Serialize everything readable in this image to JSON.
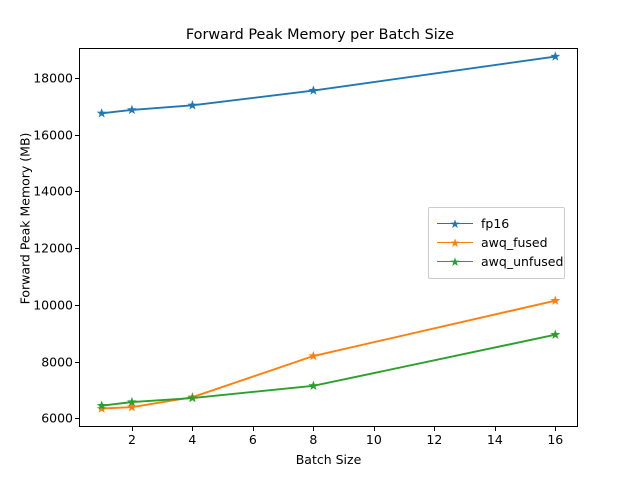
{
  "chart_data": {
    "type": "line",
    "title": "Forward Peak Memory per Batch Size",
    "xlabel": "Batch Size",
    "ylabel": "Forward Peak Memory (MB)",
    "x": [
      1,
      2,
      4,
      8,
      16
    ],
    "xlim": [
      0.25,
      16.75
    ],
    "ylim": [
      5700,
      19050
    ],
    "xticks": [
      2,
      4,
      6,
      8,
      10,
      12,
      14,
      16
    ],
    "xtick_labels": [
      "2",
      "4",
      "6",
      "8",
      "10",
      "12",
      "14",
      "16"
    ],
    "yticks": [
      6000,
      8000,
      10000,
      12000,
      14000,
      16000,
      18000
    ],
    "ytick_labels": [
      "6000",
      "8000",
      "10000",
      "12000",
      "14000",
      "16000",
      "18000"
    ],
    "grid": false,
    "legend_position": "center right",
    "marker": "star",
    "series": [
      {
        "name": "fp16",
        "color": "#1f77b4",
        "values": [
          16750,
          16870,
          17030,
          17550,
          18750
        ]
      },
      {
        "name": "awq_fused",
        "color": "#ff7f0e",
        "values": [
          6350,
          6400,
          6750,
          8200,
          10150
        ]
      },
      {
        "name": "awq_unfused",
        "color": "#2ca02c",
        "values": [
          6450,
          6580,
          6720,
          7150,
          8950
        ]
      }
    ]
  },
  "legend": {
    "items": [
      {
        "label": "fp16",
        "color": "#1f77b4"
      },
      {
        "label": "awq_fused",
        "color": "#ff7f0e"
      },
      {
        "label": "awq_unfused",
        "color": "#2ca02c"
      }
    ]
  },
  "marker_glyph": "★"
}
